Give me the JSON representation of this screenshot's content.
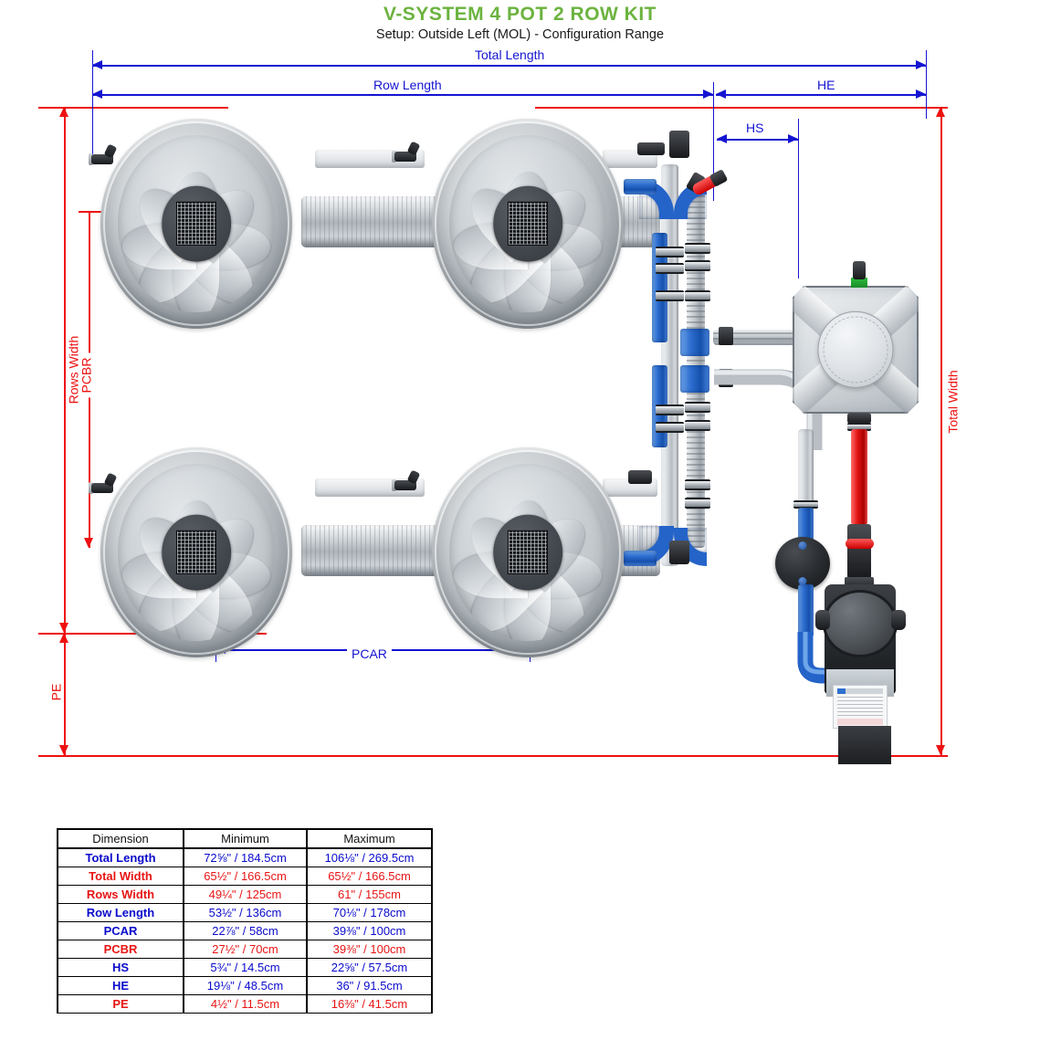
{
  "header": {
    "title": "V-SYSTEM 4 POT 2 ROW KIT",
    "subtitle": "Setup: Outside Left (MOL) - Configuration Range",
    "title_color": "#6cb33f"
  },
  "colors": {
    "blue": "#1414d2",
    "red": "#ee1111",
    "table_blue": "#0a0acb",
    "table_red": "#e81414"
  },
  "diagram": {
    "dimension_labels": [
      {
        "id": "total-length",
        "text": "Total Length",
        "color": "blue",
        "orientation": "horizontal"
      },
      {
        "id": "row-length",
        "text": "Row Length",
        "color": "blue",
        "orientation": "horizontal"
      },
      {
        "id": "he",
        "text": "HE",
        "color": "blue",
        "orientation": "horizontal"
      },
      {
        "id": "hs",
        "text": "HS",
        "color": "blue",
        "orientation": "horizontal"
      },
      {
        "id": "pcar",
        "text": "PCAR",
        "color": "blue",
        "orientation": "horizontal"
      },
      {
        "id": "rows-width",
        "text": "Rows Width",
        "color": "red",
        "orientation": "vertical"
      },
      {
        "id": "pcbr",
        "text": "PCBR",
        "color": "red",
        "orientation": "vertical"
      },
      {
        "id": "pe",
        "text": "PE",
        "color": "red",
        "orientation": "vertical"
      },
      {
        "id": "total-width",
        "text": "Total Width",
        "color": "red",
        "orientation": "vertical"
      }
    ],
    "components": {
      "pots": 4,
      "rows": 2,
      "pot_label": "grow-pot",
      "tank_label": "reservoir-tank",
      "pump_label": "water-pump",
      "filter_label": "filter-disc",
      "valve_label": "red-valve"
    }
  },
  "table": {
    "headers": [
      "Dimension",
      "Minimum",
      "Maximum"
    ],
    "rows": [
      {
        "dimension": "Total Length",
        "color": "blue",
        "minimum": "72⅝\" / 184.5cm",
        "maximum": "106⅛\" / 269.5cm"
      },
      {
        "dimension": "Total Width",
        "color": "red",
        "minimum": "65½\" / 166.5cm",
        "maximum": "65½\" / 166.5cm"
      },
      {
        "dimension": "Rows Width",
        "color": "red",
        "minimum": "49¼\" / 125cm",
        "maximum": "61\" / 155cm"
      },
      {
        "dimension": "Row Length",
        "color": "blue",
        "minimum": "53½\" / 136cm",
        "maximum": "70⅛\" / 178cm"
      },
      {
        "dimension": "PCAR",
        "color": "blue",
        "minimum": "22⅞\" / 58cm",
        "maximum": "39⅜\" / 100cm"
      },
      {
        "dimension": "PCBR",
        "color": "red",
        "minimum": "27½\" / 70cm",
        "maximum": "39⅜\" / 100cm"
      },
      {
        "dimension": "HS",
        "color": "blue",
        "minimum": "5¾\" / 14.5cm",
        "maximum": "22⅝\" / 57.5cm"
      },
      {
        "dimension": "HE",
        "color": "blue",
        "minimum": "19⅛\" / 48.5cm",
        "maximum": "36\" / 91.5cm"
      },
      {
        "dimension": "PE",
        "color": "red",
        "minimum": "4½\" / 11.5cm",
        "maximum": "16⅜\" / 41.5cm"
      }
    ]
  }
}
